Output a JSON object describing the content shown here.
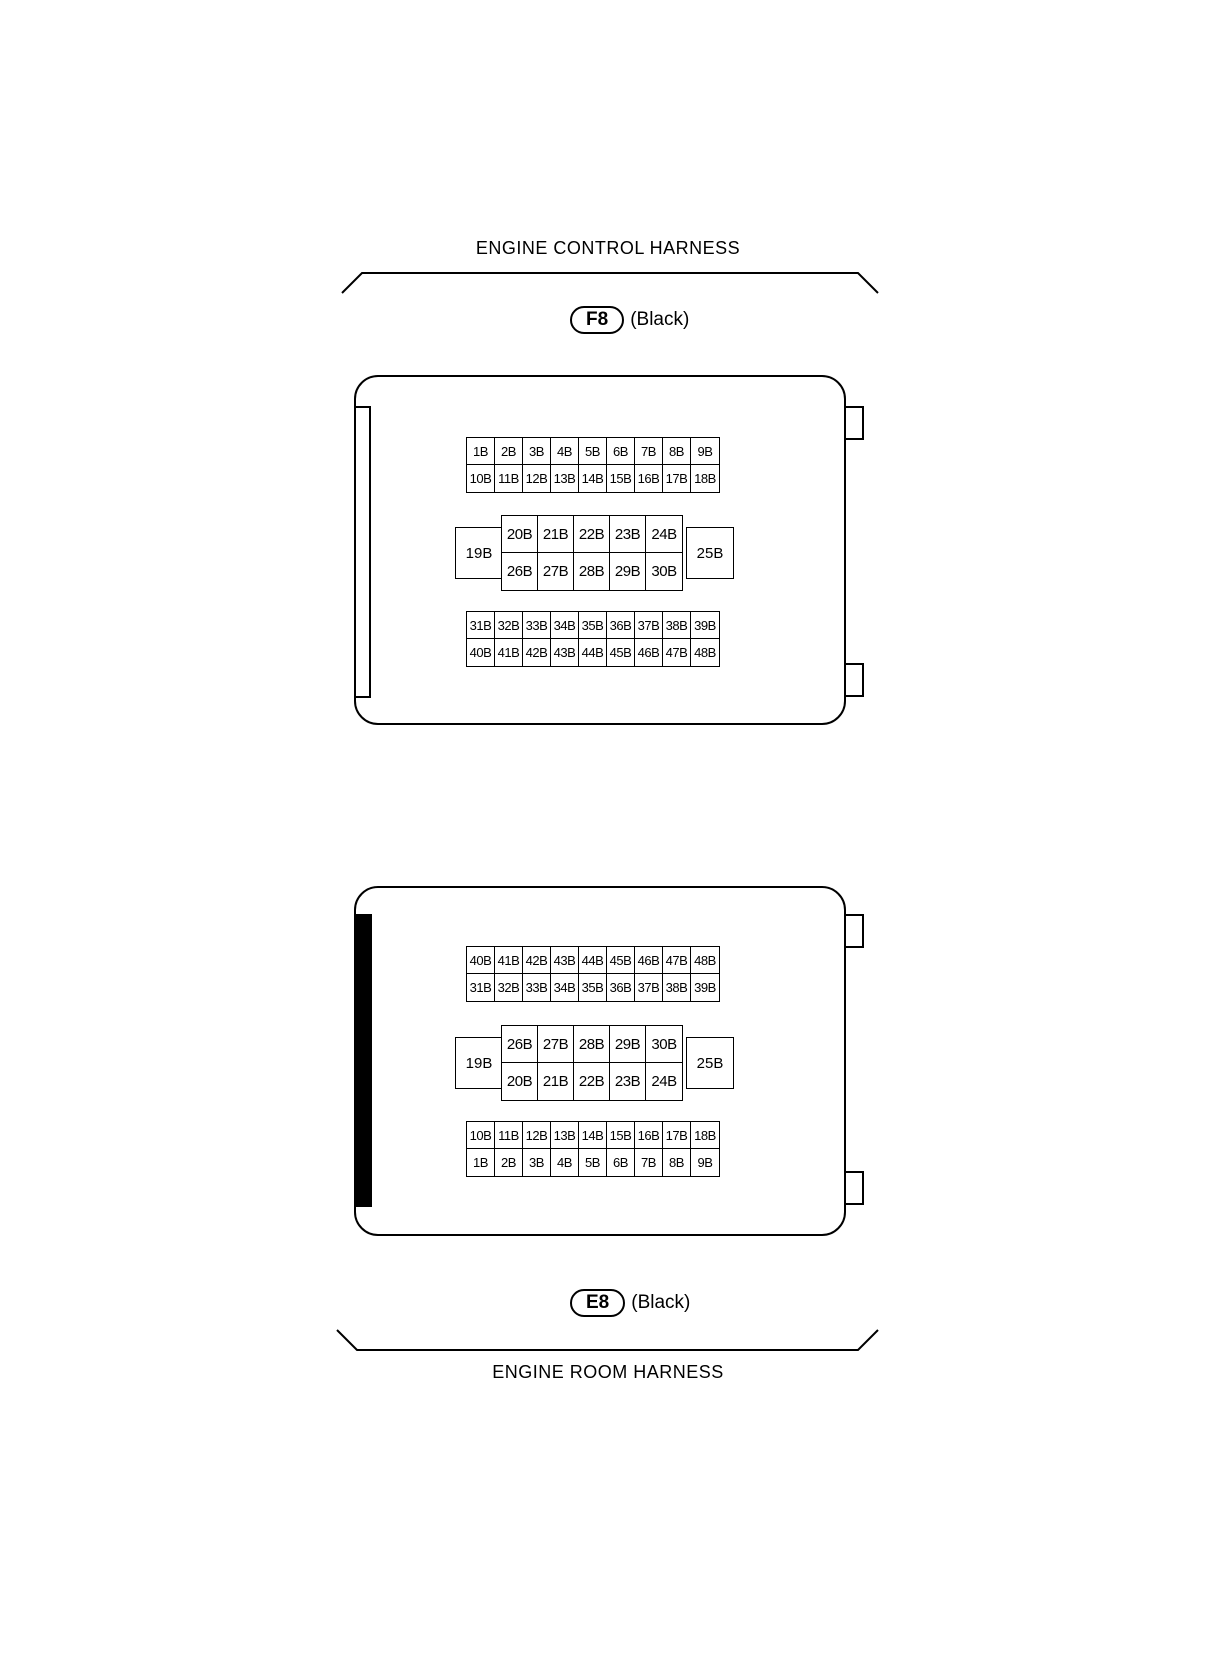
{
  "top": {
    "harness_label": "ENGINE CONTROL HARNESS",
    "connector_id": "F8",
    "connector_color": "(Black)",
    "rows_upper": [
      [
        "1B",
        "2B",
        "3B",
        "4B",
        "5B",
        "6B",
        "7B",
        "8B",
        "9B"
      ],
      [
        "10B",
        "11B",
        "12B",
        "13B",
        "14B",
        "15B",
        "16B",
        "17B",
        "18B"
      ]
    ],
    "left_pin": "19B",
    "middle_rows": [
      [
        "20B",
        "21B",
        "22B",
        "23B",
        "24B"
      ],
      [
        "26B",
        "27B",
        "28B",
        "29B",
        "30B"
      ]
    ],
    "right_pin": "25B",
    "rows_lower": [
      [
        "31B",
        "32B",
        "33B",
        "34B",
        "35B",
        "36B",
        "37B",
        "38B",
        "39B"
      ],
      [
        "40B",
        "41B",
        "42B",
        "43B",
        "44B",
        "45B",
        "46B",
        "47B",
        "48B"
      ]
    ]
  },
  "bottom": {
    "harness_label": "ENGINE ROOM HARNESS",
    "connector_id": "E8",
    "connector_color": "(Black)",
    "rows_upper": [
      [
        "40B",
        "41B",
        "42B",
        "43B",
        "44B",
        "45B",
        "46B",
        "47B",
        "48B"
      ],
      [
        "31B",
        "32B",
        "33B",
        "34B",
        "35B",
        "36B",
        "37B",
        "38B",
        "39B"
      ]
    ],
    "left_pin": "19B",
    "middle_rows": [
      [
        "26B",
        "27B",
        "28B",
        "29B",
        "30B"
      ],
      [
        "20B",
        "21B",
        "22B",
        "23B",
        "24B"
      ]
    ],
    "right_pin": "25B",
    "rows_lower": [
      [
        "10B",
        "11B",
        "12B",
        "13B",
        "14B",
        "15B",
        "16B",
        "17B",
        "18B"
      ],
      [
        "1B",
        "2B",
        "3B",
        "4B",
        "5B",
        "6B",
        "7B",
        "8B",
        "9B"
      ]
    ]
  }
}
